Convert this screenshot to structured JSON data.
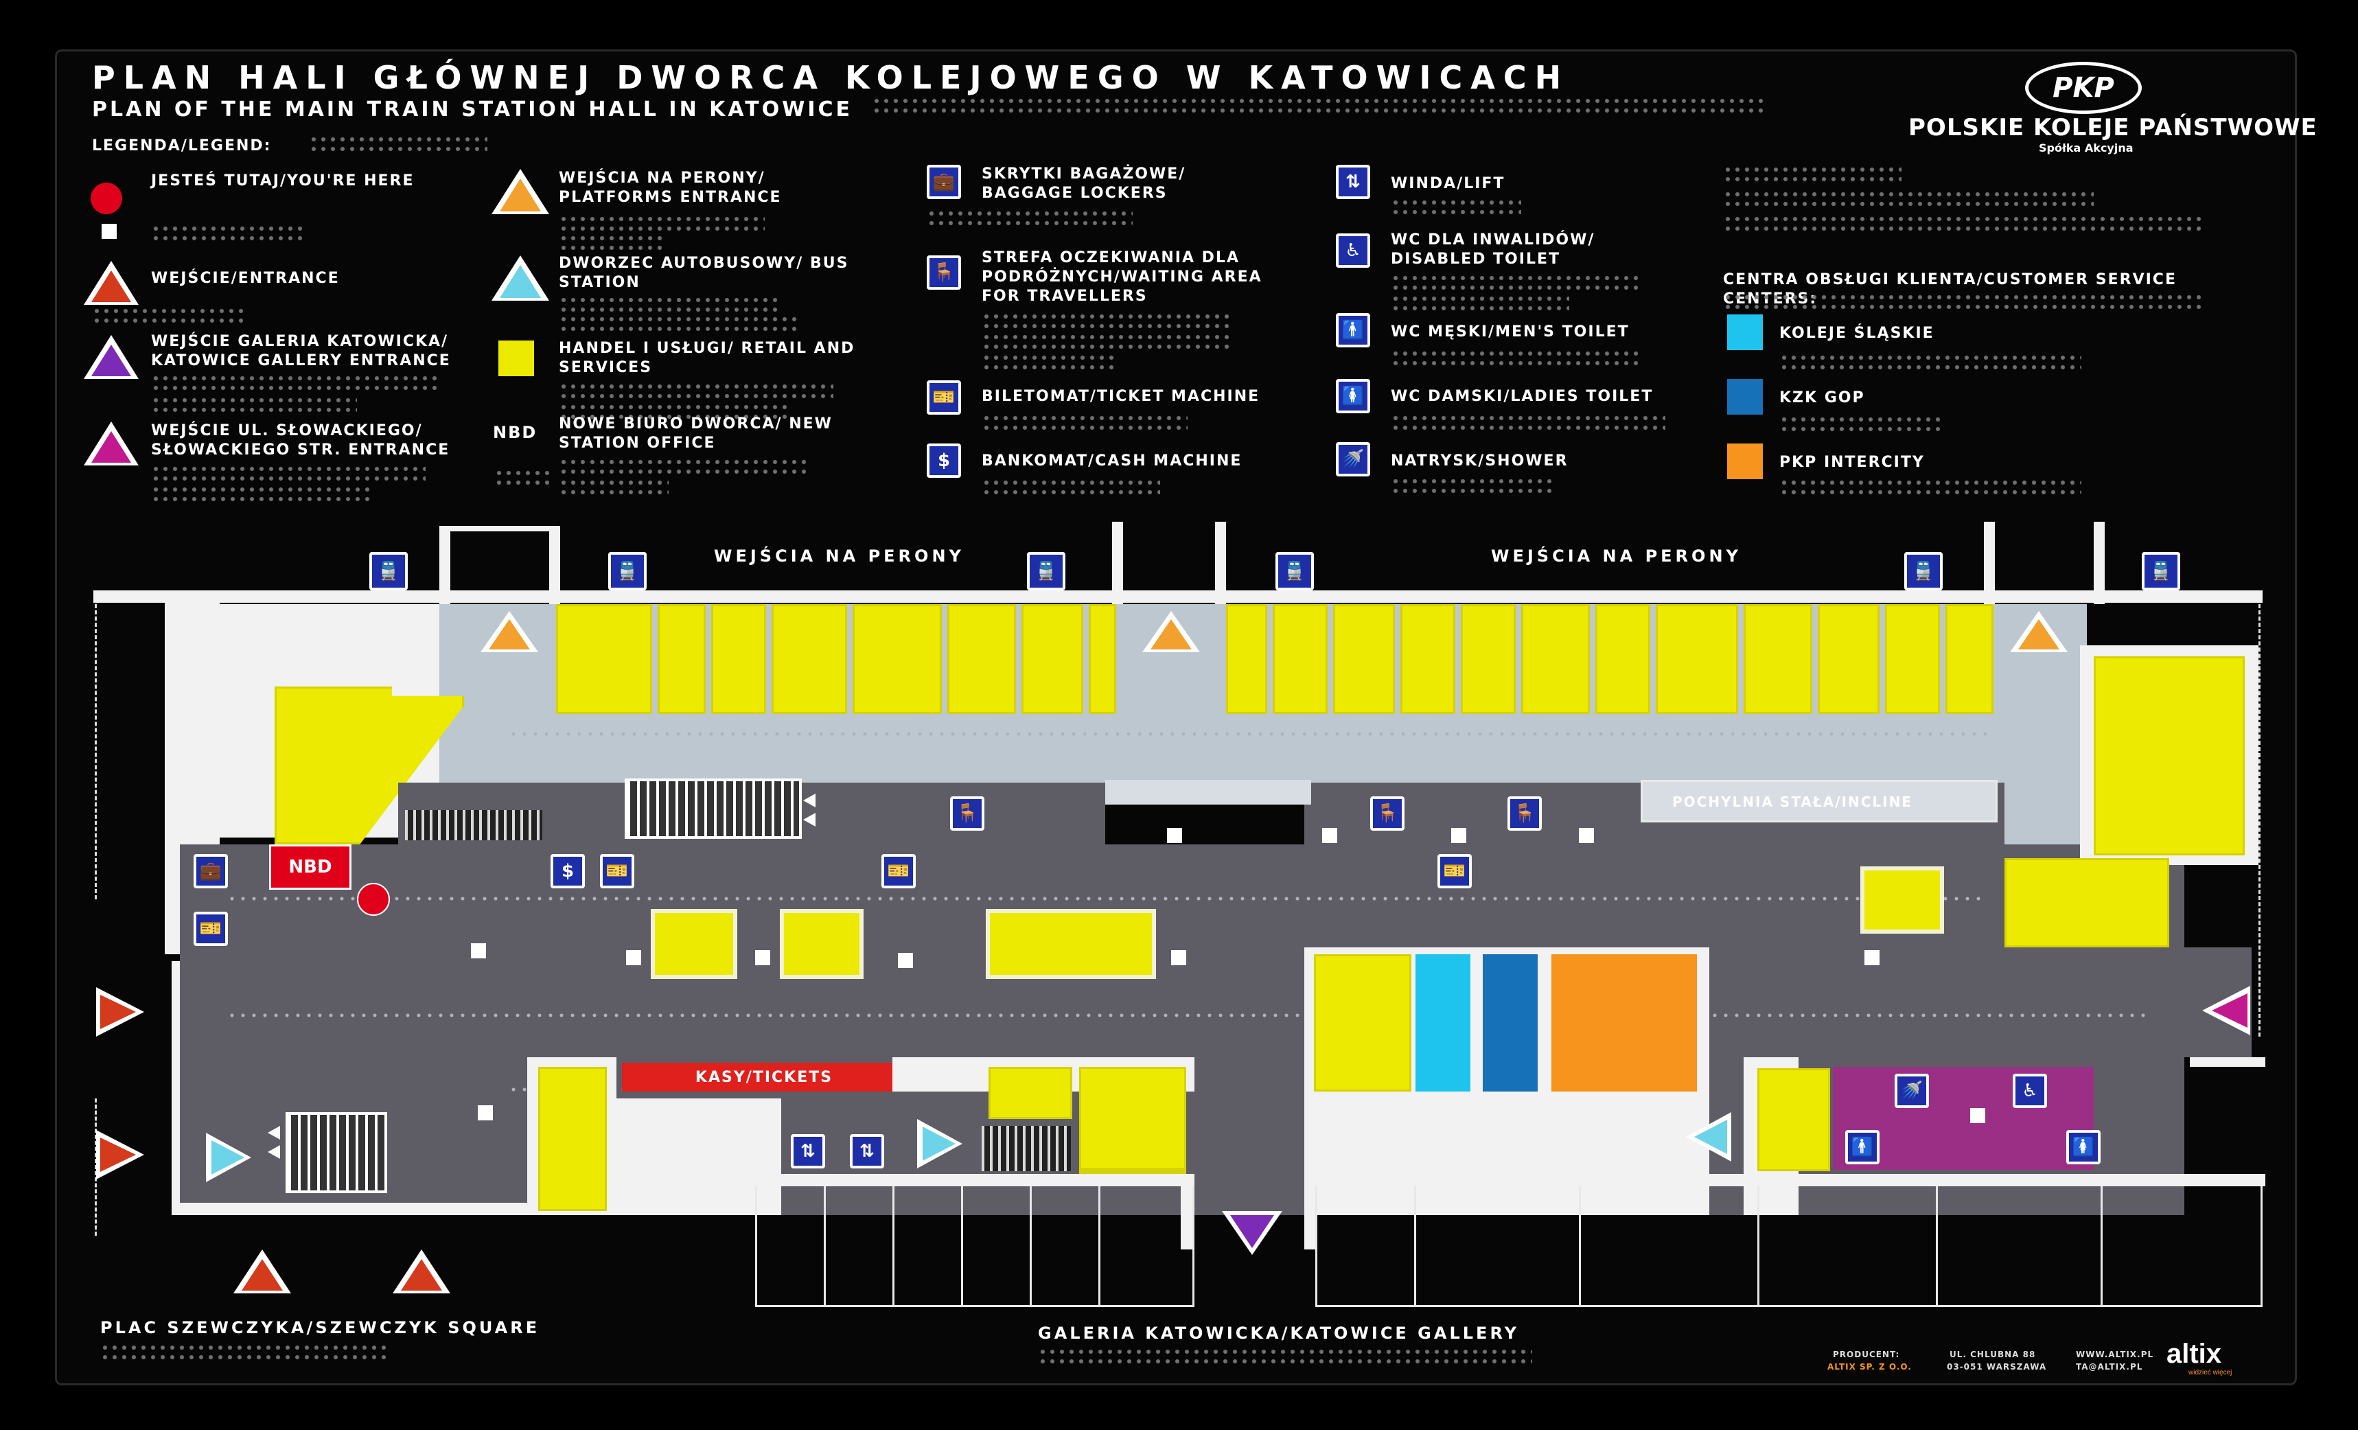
{
  "header": {
    "title_pl": "PLAN HALI GŁÓWNEJ DWORCA KOLEJOWEGO W KATOWICACH",
    "title_en": "PLAN OF THE MAIN TRAIN STATION HALL IN KATOWICE",
    "legend_label": "LEGENDA/LEGEND:"
  },
  "brand": {
    "logo_text": "PKP",
    "name": "POLSKIE KOLEJE PAŃSTWOWE",
    "company_form": "Spółka Akcyjna"
  },
  "legend": {
    "you_are_here": "JESTEŚ TUTAJ/YOU'RE HERE",
    "entrance": "WEJŚCIE/ENTRANCE",
    "gallery_entrance": "WEJŚCIE GALERIA KATOWICKA/ KATOWICE GALLERY ENTRANCE",
    "slowackiego_entrance": "WEJŚCIE UL. SŁOWACKIEGO/ SŁOWACKIEGO STR. ENTRANCE",
    "platforms_entrance": "WEJŚCIA NA PERONY/ PLATFORMS ENTRANCE",
    "bus_station": "DWORZEC AUTOBUSOWY/ BUS STATION",
    "retail": "HANDEL I USŁUGI/ RETAIL AND SERVICES",
    "nbd_code": "NBD",
    "new_office": "NOWE BIURO DWORCA/ NEW STATION OFFICE",
    "lockers": "SKRYTKI BAGAŻOWE/ BAGGAGE LOCKERS",
    "waiting_area": "STREFA OCZEKIWANIA DLA PODRÓŻNYCH/WAITING AREA FOR TRAVELLERS",
    "ticket_machine": "BILETOMAT/TICKET MACHINE",
    "cash_machine": "BANKOMAT/CASH MACHINE",
    "lift": "WINDA/LIFT",
    "disabled_toilet": "WC DLA INWALIDÓW/ DISABLED TOILET",
    "mens_toilet": "WC MĘSKI/MEN'S TOILET",
    "ladies_toilet": "WC DAMSKI/LADIES TOILET",
    "shower": "NATRYSK/SHOWER",
    "customer_centers": "CENTRA OBSŁUGI KLIENTA/CUSTOMER SERVICE CENTERS:",
    "koleje_slaskie": "KOLEJE ŚLĄSKIE",
    "kzk_gop": "KZK GOP",
    "pkp_intercity": "PKP INTERCITY"
  },
  "colors": {
    "entrance": "#d43a1c",
    "gallery_entrance": "#7b2bb5",
    "slowackiego_entrance": "#c21a8e",
    "platforms": "#f2a02e",
    "bus": "#6cd3e8",
    "retail": "#ecea00",
    "koleje_slaskie": "#1fc4ee",
    "kzk_gop": "#1671b8",
    "pkp_intercity": "#f7941d",
    "icon_blue": "#1d2ea6",
    "you_are_here": "#e0001b",
    "toilet_zone": "#9b2f86",
    "floor": "#5e5d66",
    "corridor": "#bcc7cf"
  },
  "map": {
    "platforms_label_1": "WEJŚCIA NA PERONY",
    "platforms_label_2": "WEJŚCIA NA PERONY",
    "incline": "POCHYLNIA STAŁA/INCLINE",
    "tickets": "KASY/TICKETS",
    "nbd": "NBD",
    "square": "PLAC SZEWCZYKA/SZEWCZYK SQUARE",
    "gallery": "GALERIA KATOWICKA/KATOWICE GALLERY"
  },
  "icons": {
    "train": "🚆",
    "locker": "💼",
    "waiting": "🪑",
    "ticket_machine": "🎫",
    "cash": "$",
    "lift": "⇅",
    "disabled": "♿",
    "mens": "🚹",
    "ladies": "🚺",
    "shower": "🚿"
  },
  "footer": {
    "producer_label": "PRODUCENT:",
    "producer_name": "ALTIX SP. Z O.O.",
    "street": "UL. CHLUBNA 88",
    "city": "03-051 WARSZAWA",
    "web": "WWW.ALTIX.PL",
    "email": "TA@ALTIX.PL",
    "logo": "altix",
    "tagline": "widzieć więcej"
  }
}
